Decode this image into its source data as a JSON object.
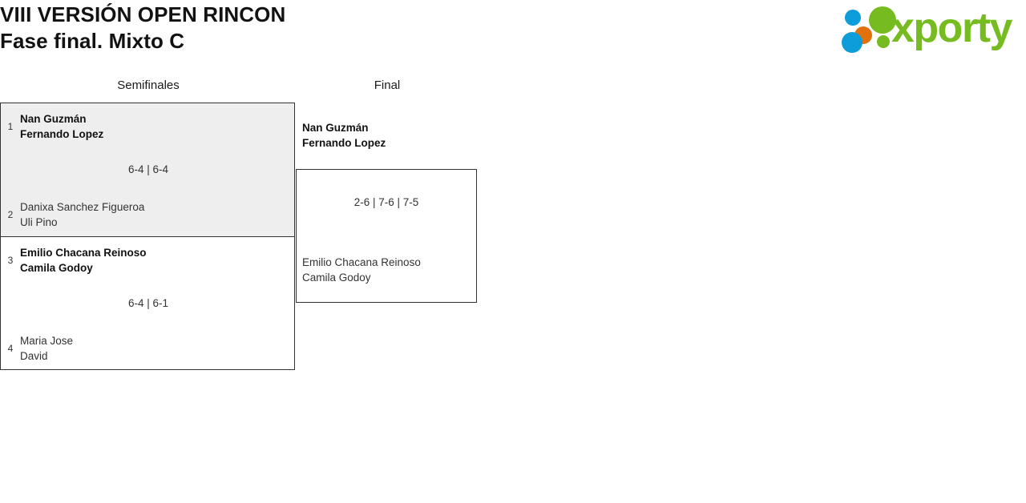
{
  "header": {
    "title_line_1": "VIII VERSIÓN OPEN RINCON",
    "title_line_2": "Fase final. Mixto C"
  },
  "logo": {
    "wordmark": "xporty",
    "colors": {
      "green": "#76bc21",
      "blue": "#0d9ddb",
      "orange": "#e2700b"
    }
  },
  "bracket": {
    "rounds": [
      {
        "id": "semifinales",
        "label": "Semifinales"
      },
      {
        "id": "final",
        "label": "Final"
      }
    ],
    "semifinals": [
      {
        "id": "sf1",
        "score": "6-4 | 6-4",
        "top": {
          "seed": "1",
          "player_1": "Nan Guzmán",
          "player_2": "Fernando Lopez",
          "winner": true
        },
        "bottom": {
          "seed": "2",
          "player_1": "Danixa Sanchez Figueroa",
          "player_2": "Uli Pino",
          "winner": false
        }
      },
      {
        "id": "sf2",
        "score": "6-4 | 6-1",
        "top": {
          "seed": "3",
          "player_1": "Emilio Chacana Reinoso",
          "player_2": "Camila Godoy",
          "winner": true
        },
        "bottom": {
          "seed": "4",
          "player_1": "Maria Jose",
          "player_2": "David",
          "winner": false
        }
      }
    ],
    "final": {
      "score": "2-6 | 7-6 | 7-5",
      "top": {
        "player_1": "Nan Guzmán",
        "player_2": "Fernando Lopez",
        "winner": true
      },
      "bottom": {
        "player_1": "Emilio Chacana Reinoso",
        "player_2": "Camila Godoy",
        "winner": false
      }
    }
  }
}
